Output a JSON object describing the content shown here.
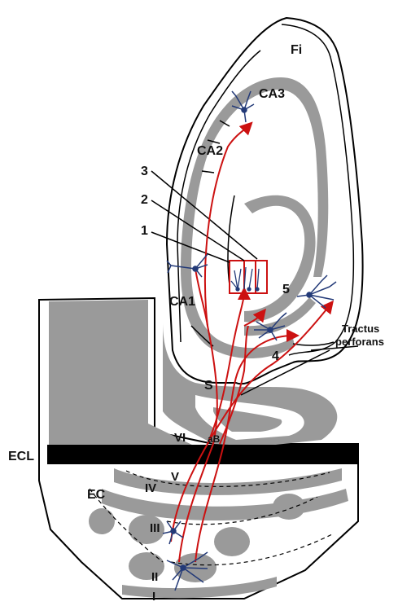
{
  "colors": {
    "gray_layer": "#9a9a9a",
    "outline": "#000000",
    "axon_red": "#cc1111",
    "neuron_blue": "#233a78",
    "band_black": "#000000",
    "background": "#ffffff"
  },
  "labels": {
    "fi": "Fi",
    "ca3": "CA3",
    "ca2": "CA2",
    "ca1": "CA1",
    "num3": "3",
    "num2": "2",
    "num1": "1",
    "num5": "5",
    "num4": "4",
    "tractus_line1": "Tractus",
    "tractus_line2": "perforans",
    "s": "S",
    "vi": "VI",
    "ab": "aB",
    "ecl": "ECL",
    "v": "V",
    "iv": "IV",
    "ec": "EC",
    "iii": "III",
    "ii": "II",
    "i": "I"
  },
  "icons": {
    "neuron": "pyramidal-neuron-icon",
    "arrow": "arrowhead-icon"
  }
}
